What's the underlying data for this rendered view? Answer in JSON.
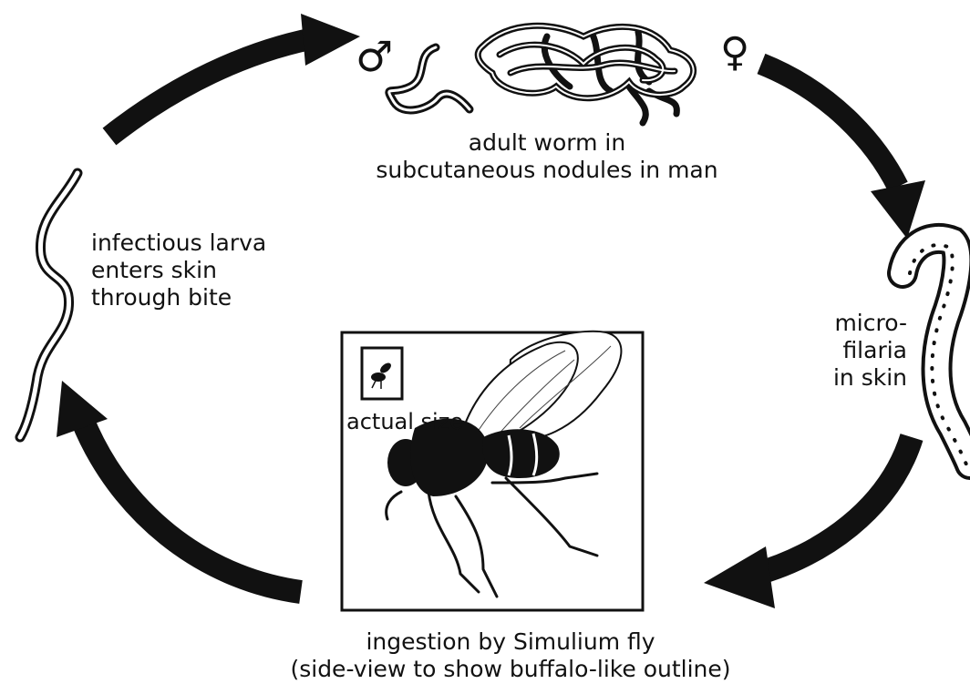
{
  "stages": {
    "adult": {
      "label_lines": [
        "adult worm in",
        "subcutaneous nodules in man"
      ],
      "male_symbol": "♂",
      "female_symbol": "♀"
    },
    "microfilaria": {
      "label_lines": [
        "micro-",
        "filaria",
        "in skin"
      ]
    },
    "fly": {
      "label_lines": [
        "ingestion by Simulium fly",
        "(side-view to show buffalo-like outline)"
      ],
      "inset_label": "actual size"
    },
    "larva": {
      "label_lines": [
        "infectious larva",
        "enters skin",
        "through bite"
      ]
    }
  },
  "colors": {
    "ink": "#111111",
    "paper": "#ffffff"
  }
}
